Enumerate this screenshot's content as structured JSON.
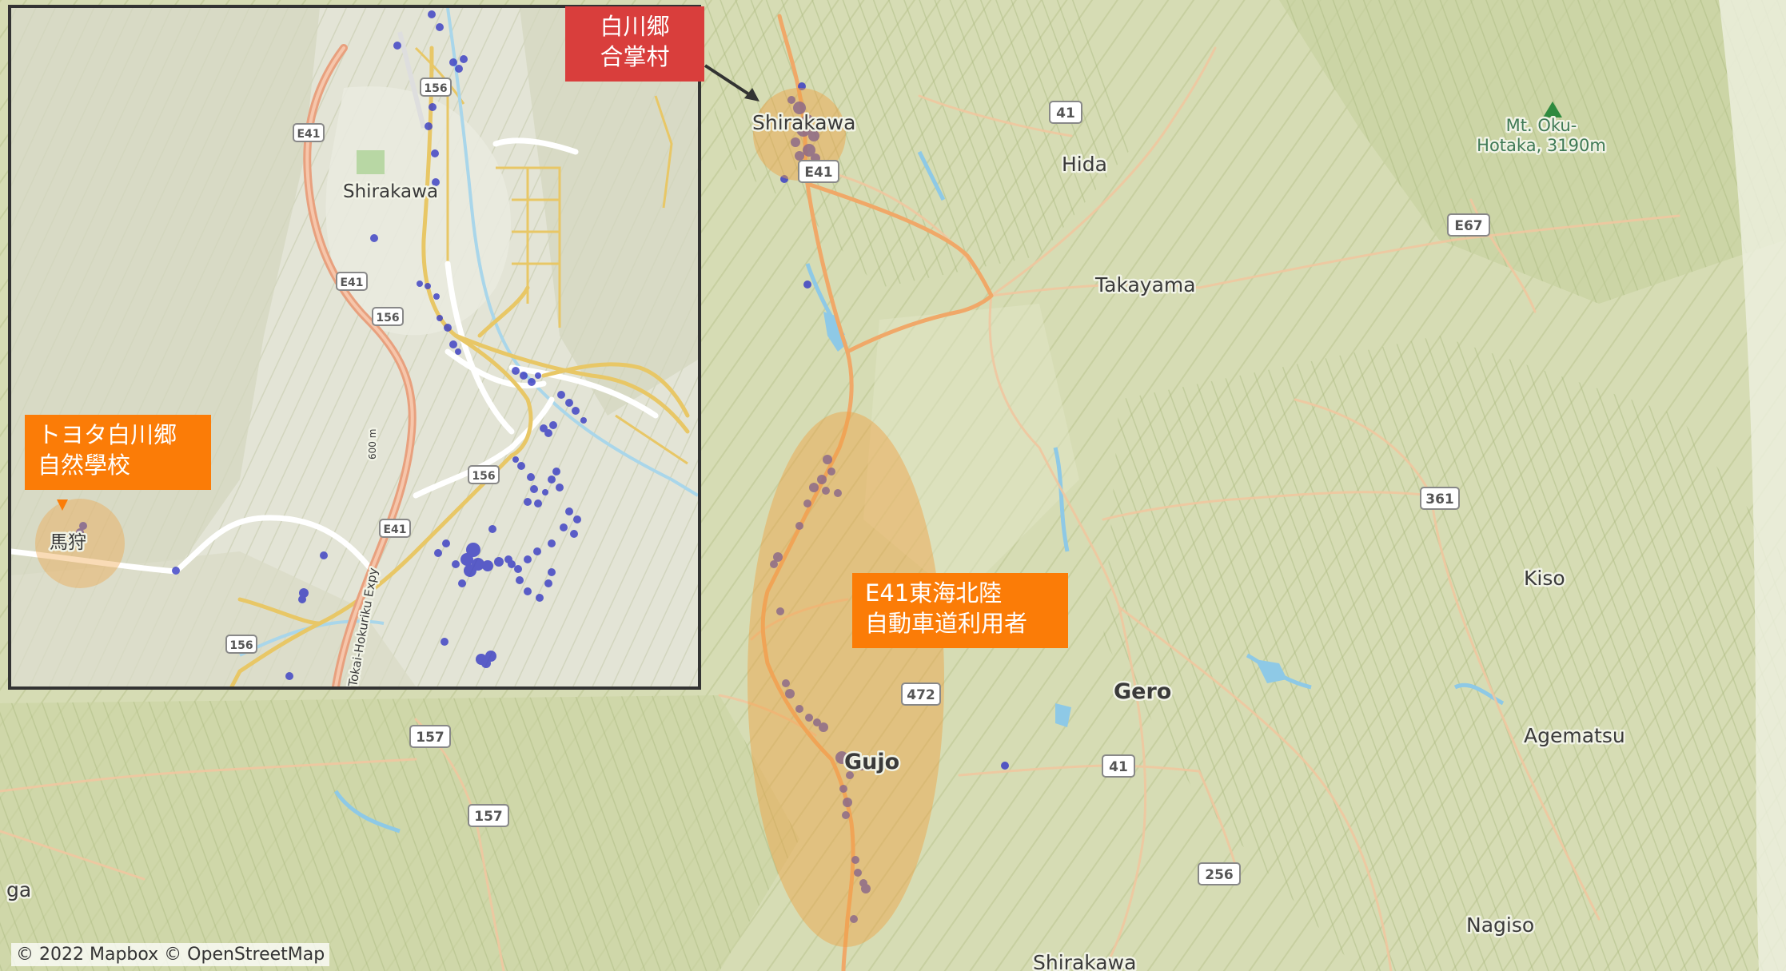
{
  "map": {
    "attribution": "© 2022 Mapbox © OpenStreetMap",
    "colors": {
      "terrain": "#d6dcb4",
      "forest": "#bfcb98",
      "road": "#f0a868",
      "river": "#8ec9e6",
      "marker": "#3b3fc4",
      "highlight": "#f0a040",
      "callout_red": "#d93e3c",
      "callout_orange": "#fb7c07"
    },
    "labels": {
      "shirakawa_main": "Shirakawa",
      "hida": "Hida",
      "takayama": "Takayama",
      "gero": "Gero",
      "gujo": "Gujo",
      "kiso": "Kiso",
      "agematsu": "Agematsu",
      "nagiso": "Nagiso",
      "shirakawa_bottom": "Shirakawa",
      "ga": "ga",
      "peak_line1": "Mt. Oku-",
      "peak_line2": "Hotaka, 3190m"
    },
    "shields": {
      "r41_top": "41",
      "e41_main": "E41",
      "e67": "E67",
      "r361": "361",
      "r472": "472",
      "r41_mid": "41",
      "r157_a": "157",
      "r157_b": "157",
      "r256": "256"
    },
    "inset": {
      "town_label": "Shirakawa",
      "umagari_label": "馬狩",
      "expressway_label": "Tokai-Hokuriku Expy",
      "elev_label": "600 m",
      "shields": {
        "r156_a": "156",
        "e41_a": "E41",
        "e41_b": "E41",
        "r156_b": "156",
        "r156_c": "156",
        "e41_c": "E41",
        "r156_d": "156"
      }
    },
    "callouts": {
      "shirakawago": "白川郷\n合掌村",
      "toyota": "トヨタ白川郷\n自然學校",
      "e41_users": "E41東海北陸\n自動車道利用者"
    }
  }
}
